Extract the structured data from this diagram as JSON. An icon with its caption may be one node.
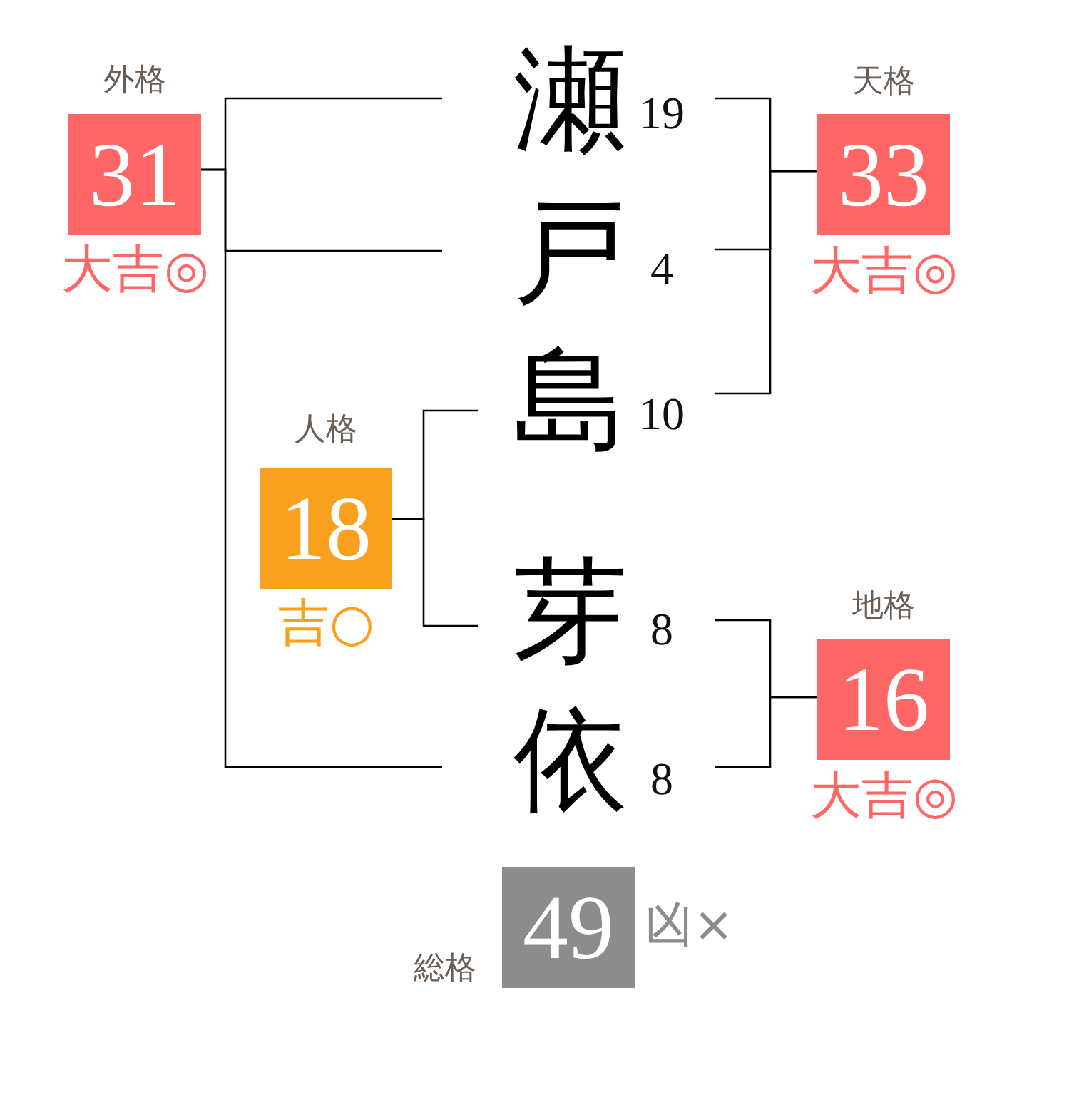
{
  "diagram": {
    "nodes": [
      {
        "text": [
          "瀬"
        ],
        "beside": [
          "19"
        ]
      },
      {
        "text": [
          "戸"
        ],
        "beside": [
          "4"
        ]
      },
      {
        "text": [
          "島"
        ],
        "beside": [
          "10"
        ]
      },
      {
        "text": [
          "芽"
        ],
        "beside": [
          "8"
        ]
      },
      {
        "text": [
          "依"
        ],
        "beside": [
          "8"
        ]
      },
      {
        "text": [
          "外格",
          "31"
        ],
        "beside": [
          "大吉◎"
        ]
      },
      {
        "text": [
          "天格",
          "33"
        ],
        "beside": [
          "大吉◎"
        ]
      },
      {
        "text": [
          "人格",
          "18"
        ],
        "beside": [
          "吉○"
        ]
      },
      {
        "text": [
          "地格",
          "16"
        ],
        "beside": [
          "大吉◎"
        ]
      },
      {
        "text": [
          "総格",
          "49"
        ],
        "beside": [
          "凶×"
        ]
      }
    ],
    "edges": [
      {
        "from": 0,
        "to": 5,
        "arrow": "none"
      },
      {
        "from": 1,
        "to": 5,
        "arrow": "none"
      },
      {
        "from": 4,
        "to": 5,
        "arrow": "none"
      },
      {
        "from": 0,
        "to": 6,
        "arrow": "none"
      },
      {
        "from": 1,
        "to": 6,
        "arrow": "none"
      },
      {
        "from": 2,
        "to": 6,
        "arrow": "none"
      },
      {
        "from": 2,
        "to": 7,
        "arrow": "none"
      },
      {
        "from": 3,
        "to": 7,
        "arrow": "none"
      },
      {
        "from": 3,
        "to": 8,
        "arrow": "none"
      },
      {
        "from": 4,
        "to": 8,
        "arrow": "none"
      }
    ]
  }
}
